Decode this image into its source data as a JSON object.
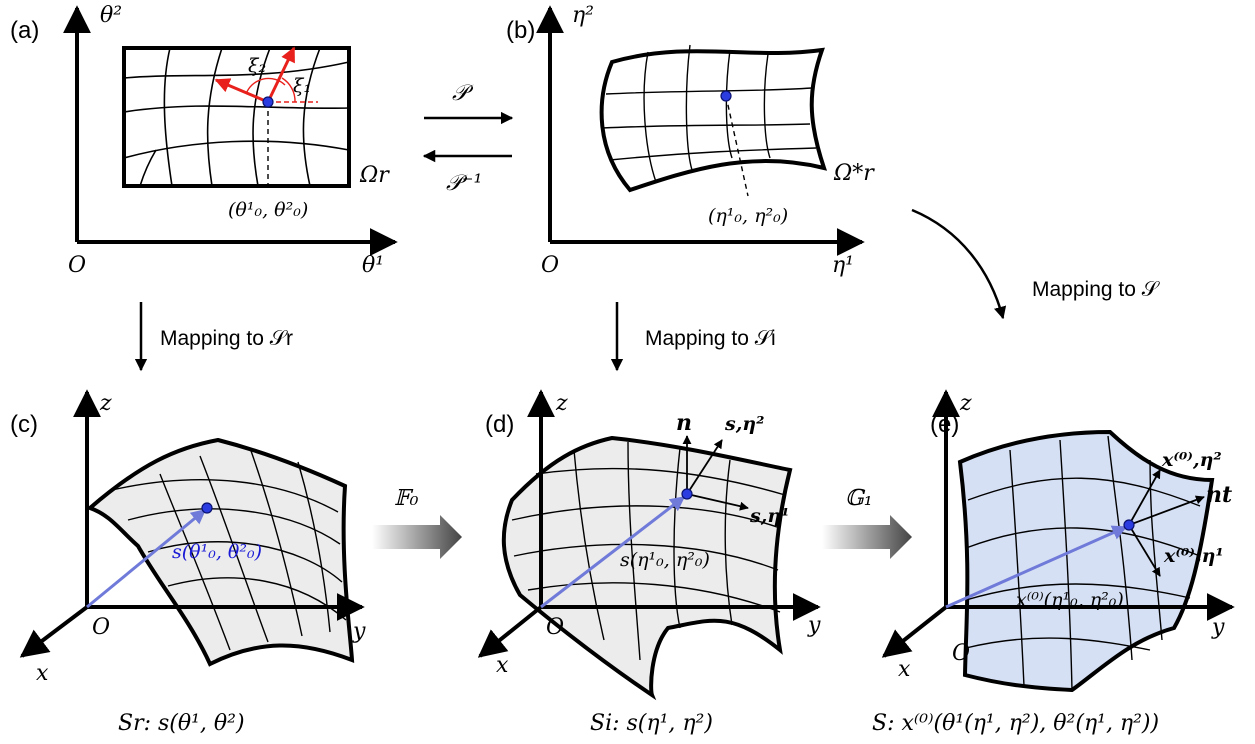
{
  "panels": {
    "a": {
      "label": "(a)",
      "axis_y": "θ²",
      "axis_x": "θ¹",
      "origin": "O",
      "region": "Ωr",
      "point": "(θ¹₀, θ²₀)",
      "xi1": "ξ₁",
      "xi2": "ξ₂"
    },
    "b": {
      "label": "(b)",
      "axis_y": "η²",
      "axis_x": "η¹",
      "origin": "O",
      "region": "Ω*r",
      "point": "(η¹₀, η²₀)"
    },
    "c": {
      "label": "(c)",
      "axis_z": "z",
      "axis_y": "y",
      "axis_x": "x",
      "origin": "O",
      "vector": "s(θ¹₀, θ²₀)",
      "caption": "Sr: s(θ¹, θ²)"
    },
    "d": {
      "label": "(d)",
      "axis_z": "z",
      "axis_y": "y",
      "axis_x": "x",
      "origin": "O",
      "vector": "s(η¹₀, η²₀)",
      "normal": "n",
      "tangent1": "s,η¹",
      "tangent2": "s,η²",
      "caption": "Si: s(η¹, η²)"
    },
    "e": {
      "label": "(e)",
      "axis_z": "z",
      "axis_y": "y",
      "axis_x": "x",
      "origin": "O",
      "vector": "x⁽⁰⁾(η¹₀, η²₀)",
      "normal": "nt",
      "tangent1": "x⁽⁰⁾,η¹",
      "tangent2": "x⁽⁰⁾,η²",
      "caption": "S: x⁽⁰⁾(θ¹(η¹, η²), θ²(η¹, η²))"
    }
  },
  "mappings": {
    "P": "𝒫",
    "P_inv": "𝒫⁻¹",
    "to_Sr": "Mapping to 𝒮r",
    "to_Si": "Mapping to 𝒮i",
    "to_S": "Mapping to 𝒮",
    "F0": "𝔽₀",
    "G1": "𝔾₁"
  },
  "colors": {
    "surface_gray": "#ececec",
    "surface_blue": "#d6e0f4",
    "vector_blue": "#6f7ad9",
    "point_blue": "#2b3de0",
    "arrow_red": "#e8211c"
  }
}
